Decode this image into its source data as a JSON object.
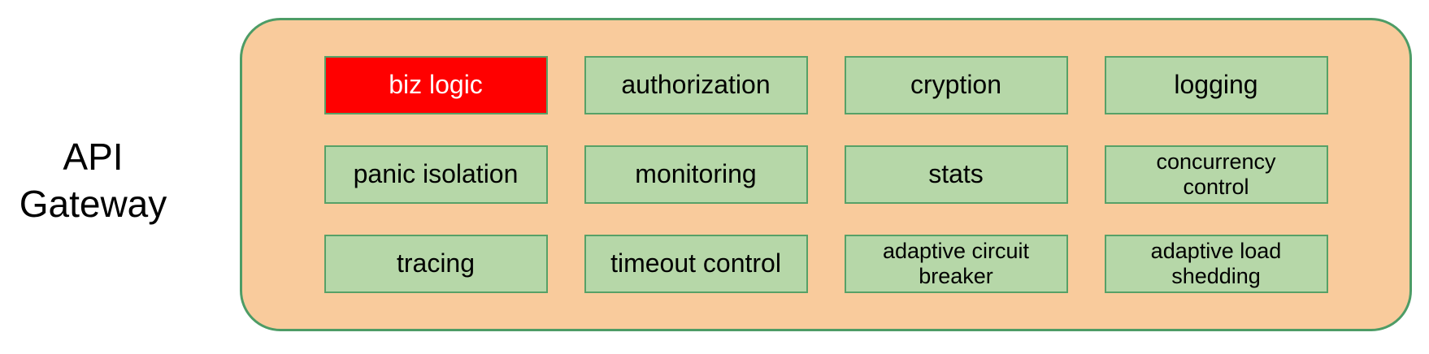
{
  "title": {
    "line1": "API",
    "line2": "Gateway"
  },
  "colors": {
    "page_bg": "#ffffff",
    "text": "#000000",
    "container_fill": "#f9cb9c",
    "container_border": "#4d9c66",
    "box_fill": "#b6d7a8",
    "box_border": "#57a167",
    "highlight_fill": "#ff0000",
    "highlight_text": "#ffffff"
  },
  "gateway": {
    "boxes": [
      {
        "label": "biz logic",
        "highlight": true
      },
      {
        "label": "authorization"
      },
      {
        "label": "cryption"
      },
      {
        "label": "logging"
      },
      {
        "label": "panic isolation"
      },
      {
        "label": "monitoring"
      },
      {
        "label": "stats"
      },
      {
        "label": "concurrency\ncontrol",
        "two_line": true
      },
      {
        "label": "tracing"
      },
      {
        "label": "timeout control"
      },
      {
        "label": "adaptive circuit\nbreaker",
        "two_line": true
      },
      {
        "label": "adaptive load\nshedding",
        "two_line": true
      }
    ]
  }
}
